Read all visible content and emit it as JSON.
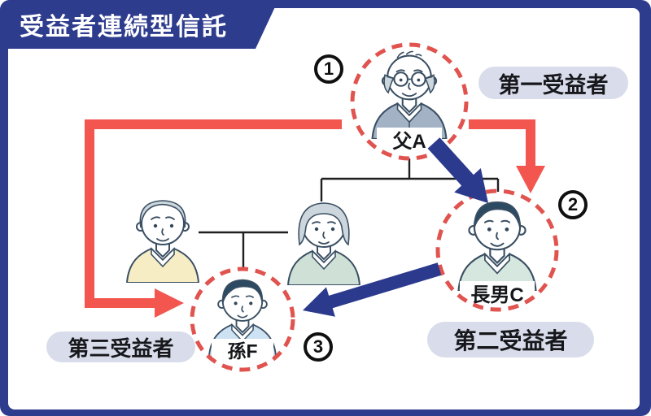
{
  "title": "受益者連続型信託",
  "beneficiaries": [
    {
      "number": "1",
      "name": "父A",
      "role": "第一受益者"
    },
    {
      "number": "2",
      "name": "長男C",
      "role": "第二受益者"
    },
    {
      "number": "3",
      "name": "孫F",
      "role": "第三受益者"
    }
  ],
  "illustrations": [
    "father-a-illustration",
    "grandfather-illustration",
    "grandmother-illustration",
    "eldest-son-c-illustration",
    "grandson-f-illustration"
  ],
  "colors": {
    "frame_navy": "#2e3c8d",
    "red_arrow": "#f2564f",
    "blue_arrow": "#2b3a8c",
    "dashed_circle_red": "#e0534e",
    "role_pill_bg": "#d9dcea",
    "tree_line": "#1f1f1f"
  }
}
